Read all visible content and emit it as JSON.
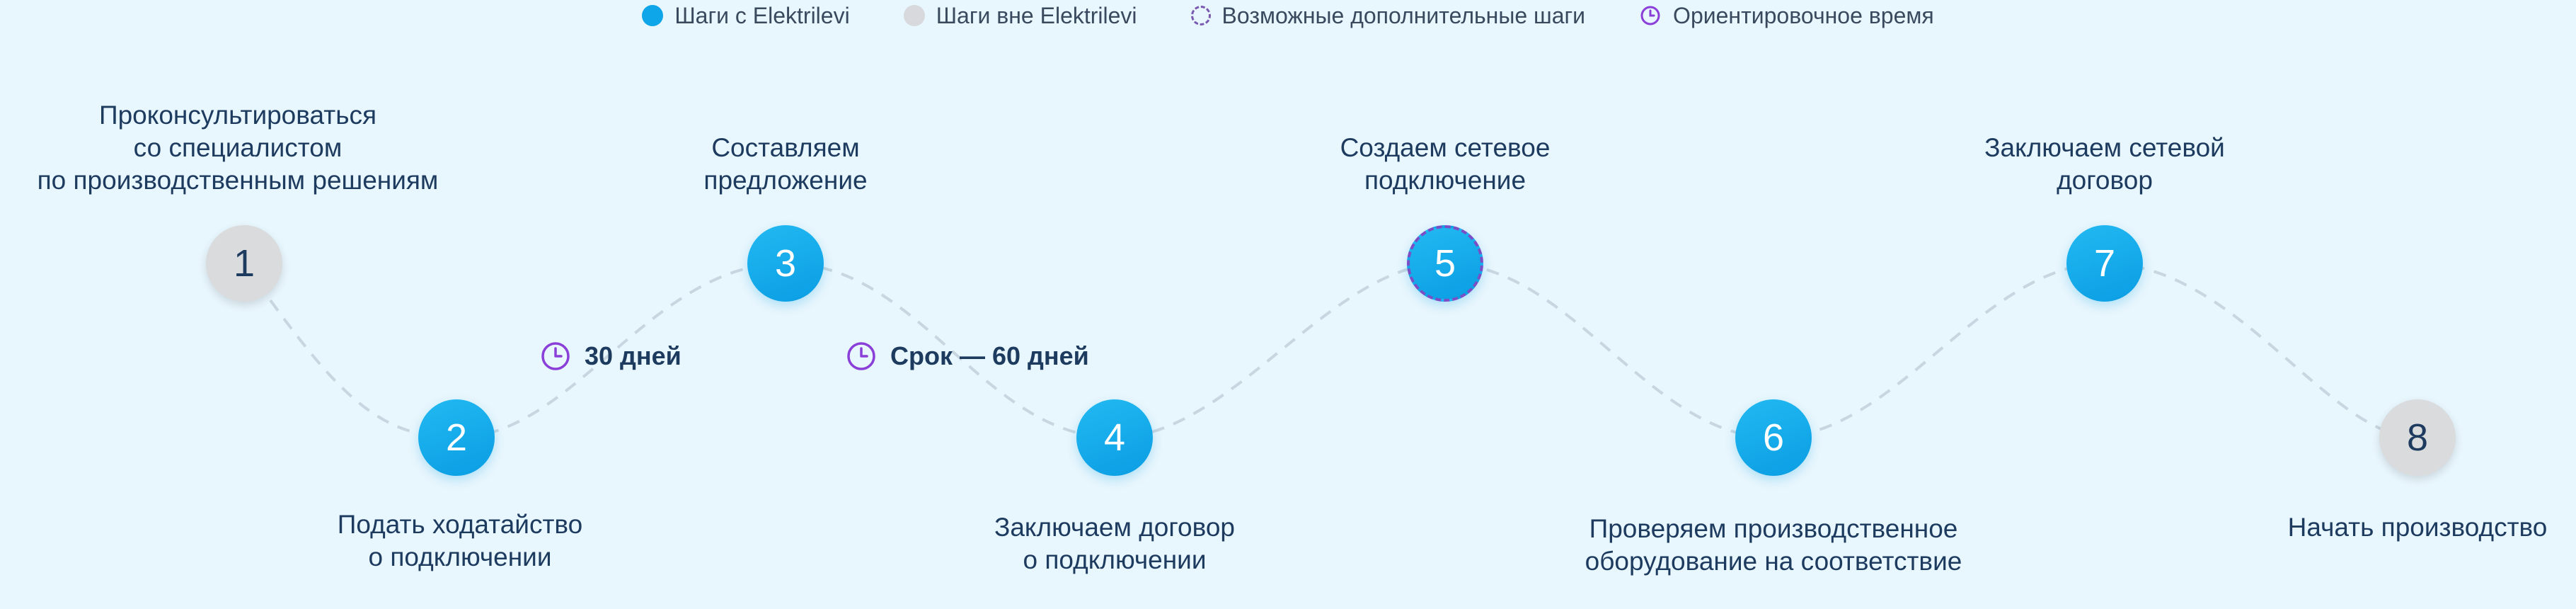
{
  "legend": [
    {
      "key": "blue",
      "label": "Шаги с Elektrilevi",
      "icon": "blue-dot-icon",
      "color": "#0ea5e9"
    },
    {
      "key": "grey",
      "label": "Шаги вне Elektrilevi",
      "icon": "grey-dot-icon",
      "color": "#d7d9dc"
    },
    {
      "key": "dashed",
      "label": "Возможные дополнительные шаги",
      "icon": "dashed-circle-icon",
      "color": "#7a5ab0"
    },
    {
      "key": "clock",
      "label": "Ориентировочное время",
      "icon": "clock-icon",
      "color": "#8b3fd9"
    }
  ],
  "colors": {
    "blue": "#0ea5e9",
    "grey": "#d9dbdd",
    "clock": "#8b3fd9",
    "text": "#1d3a5f",
    "line": "#c3d3df"
  },
  "steps": [
    {
      "number": "1",
      "type": "grey",
      "lines": [
        "Проконсультироваться",
        "со специалистом",
        "по производственным решениям"
      ]
    },
    {
      "number": "2",
      "type": "blue",
      "lines": [
        "Подать ходатайство",
        "о подключении"
      ]
    },
    {
      "number": "3",
      "type": "blue",
      "lines": [
        "Составляем",
        "предложение"
      ]
    },
    {
      "number": "4",
      "type": "blue",
      "lines": [
        "Заключаем договор",
        "о подключении"
      ]
    },
    {
      "number": "5",
      "type": "blue-dashed",
      "lines": [
        "Создаем сетевое",
        "подключение"
      ]
    },
    {
      "number": "6",
      "type": "blue",
      "lines": [
        "Проверяем производственное",
        "оборудование на соответствие"
      ]
    },
    {
      "number": "7",
      "type": "blue",
      "lines": [
        "Заключаем сетевой",
        "договор"
      ]
    },
    {
      "number": "8",
      "type": "grey",
      "lines": [
        "Начать производство"
      ]
    }
  ],
  "times": [
    {
      "label": "30 дней",
      "icon": "clock-icon"
    },
    {
      "label": "Срок — 60 дней",
      "icon": "clock-icon"
    }
  ]
}
